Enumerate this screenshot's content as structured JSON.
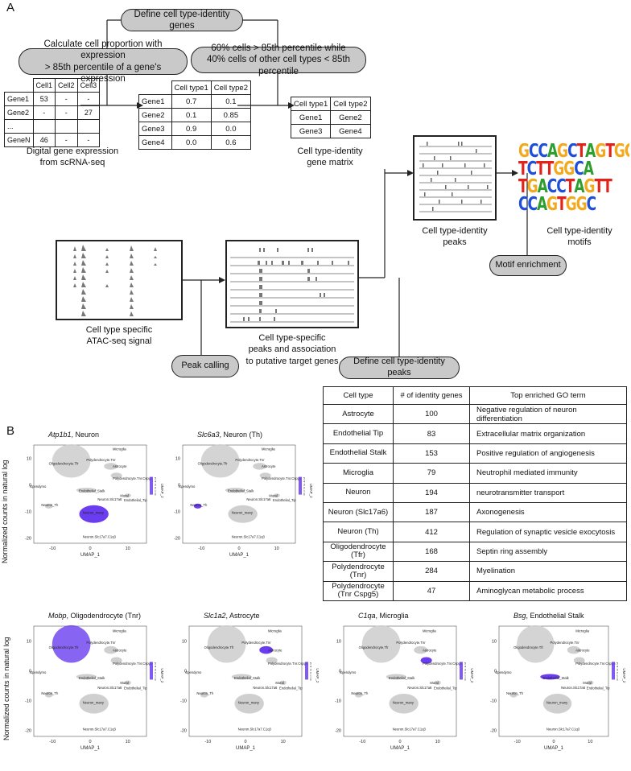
{
  "panel_a": {
    "label": "A",
    "define_genes": "Define cell type-identity genes",
    "calc_step_line1": "Calculate cell proportion with expression",
    "calc_step_line2": "> 85th percentile of a gene's expression",
    "criteria_line1": "60% cells > 85th percentile while",
    "criteria_line2": "40% cells of other cell types < 85th percentile",
    "dge_table": {
      "header": [
        "",
        "Cell1",
        "Cell2",
        "Cell3"
      ],
      "rows": [
        [
          "Gene1",
          "53",
          "-",
          "-"
        ],
        [
          "Gene2",
          "-",
          "-",
          "27"
        ],
        [
          "...",
          "",
          "",
          ""
        ],
        [
          "GeneN",
          "46",
          "-",
          "-"
        ]
      ]
    },
    "dge_caption_line1": "Digital gene expression",
    "dge_caption_line2": "from scRNA-seq",
    "prop_table": {
      "header": [
        "",
        "Cell type1",
        "Cell type2"
      ],
      "rows": [
        [
          "Gene1",
          "0.7",
          "0.1"
        ],
        [
          "Gene2",
          "0.1",
          "0.85"
        ],
        [
          "Gene3",
          "0.9",
          "0.0"
        ],
        [
          "Gene4",
          "0.0",
          "0.6"
        ]
      ]
    },
    "identity_table": {
      "header": [
        "Cell type1",
        "Cell type2"
      ],
      "rows": [
        [
          "Gene1",
          "Gene2"
        ],
        [
          "Gene3",
          "Gene4"
        ]
      ]
    },
    "identity_caption_line1": "Cell type-identity",
    "identity_caption_line2": "gene matrix",
    "peaks_caption_line1": "Cell type-identity",
    "peaks_caption_line2": "peaks",
    "motifs": [
      "GCCAGCTAGTGG",
      "TCTTGGCA",
      "TGACCTAGTT",
      "CCAGTGGC"
    ],
    "motifs_caption_line1": "Cell type-identity",
    "motifs_caption_line2": "motifs",
    "motif_enrichment": "Motif enrichment",
    "atac_caption_line1": "Cell type specific",
    "atac_caption_line2": "ATAC-seq signal",
    "peak_calling": "Peak calling",
    "specific_caption_line1": "Cell type-specific",
    "specific_caption_line2": "peaks and association",
    "specific_caption_line3": "to putative target genes",
    "define_peaks": "Define cell type-identity peaks"
  },
  "go_table": {
    "header": [
      "Cell type",
      "# of identity genes",
      "Top enriched GO term"
    ],
    "rows": [
      [
        "Astrocyte",
        "100",
        "Negative regulation of neuron differentiation"
      ],
      [
        "Endothelial Tip",
        "83",
        "Extracellular matrix organization"
      ],
      [
        "Endothelial Stalk",
        "153",
        "Positive regulation of angiogenesis"
      ],
      [
        "Microglia",
        "79",
        "Neutrophil mediated immunity"
      ],
      [
        "Neuron",
        "194",
        "neurotransmitter transport"
      ],
      [
        "Neuron (Slc17a6)",
        "187",
        "Axonogenesis"
      ],
      [
        "Neuron (Th)",
        "412",
        "Regulation of synaptic vesicle exocytosis"
      ],
      [
        "Oligodendrocyte\n(Tfr)",
        "168",
        "Septin ring assembly"
      ],
      [
        "Polydendrocyte\n(Tnr)",
        "284",
        "Myelination"
      ],
      [
        "Polydendrocyte\n(Tnr Cspg5)",
        "47",
        "Aminoglycan metabolic process"
      ]
    ]
  },
  "panel_b": {
    "label": "B",
    "ylabel": "Normalized counts in natural log",
    "umap_xlabel": "UMAP_1",
    "umap_ylabel": "UMAP_2",
    "cluster_labels": {
      "microglia": "Microglia",
      "poly_tnr": "Polydendrocyte.Tnr",
      "oligo_tfr": "Oligodendrocyte.Tfr",
      "astro": "Astrocyte",
      "poly_cspg": "Polydendrocyte.Tnr.Cspg5",
      "ependymo": "Ependymo",
      "endo_stalk": "Endothelial_Stalk",
      "mural": "Mural",
      "neuron_slc": "Neuron.Slc17a6",
      "endo_tip": "Endothelial_Tip",
      "neuron_th": "Neuron_Th",
      "neuron_many": "Neuron_many",
      "neuron_c1q": "Neuron.Slc17a7.C1q3"
    },
    "plots": [
      {
        "gene": "Atp1b1",
        "cell": ", Neuron",
        "xticks": [
          "-10",
          "0",
          "10"
        ],
        "yticks": [
          "10",
          "0",
          "-10",
          "-20"
        ],
        "cbar": [
          "5",
          "4",
          "3",
          "2",
          "1",
          "0"
        ],
        "highlight": "neuron"
      },
      {
        "gene": "Slc6a3",
        "cell": ", Neuron (Th)",
        "xticks": [
          "-10",
          "0",
          "10"
        ],
        "yticks": [
          "10",
          "0",
          "-10",
          "-20"
        ],
        "cbar": [
          "5",
          "4",
          "3",
          "2",
          "1",
          "0"
        ],
        "highlight": "neuron_th"
      },
      {
        "gene": "Mobp",
        "cell": ", Oligodendrocyte (Tnr)",
        "xticks": [
          "-10",
          "0",
          "10"
        ],
        "yticks": [
          "10",
          "0",
          "-10",
          "-20"
        ],
        "cbar": [
          "5",
          "4",
          "3",
          "2",
          "1",
          "0"
        ],
        "highlight": "oligo"
      },
      {
        "gene": "Slc1a2",
        "cell": ", Astrocyte",
        "xticks": [
          "-10",
          "0",
          "10"
        ],
        "yticks": [
          "10",
          "0",
          "-10",
          "-20"
        ],
        "cbar": [
          "5",
          "4",
          "3",
          "2",
          "1",
          "0"
        ],
        "highlight": "astro"
      },
      {
        "gene": "C1qa",
        "cell": ", Microglia",
        "xticks": [
          "-10",
          "0",
          "10"
        ],
        "yticks": [
          "10",
          "0",
          "-10",
          "-20"
        ],
        "cbar": [
          "5",
          "4",
          "3",
          "2",
          "1",
          "0"
        ],
        "highlight": "micro"
      },
      {
        "gene": "Bsg",
        "cell": ", Endothelial Stalk",
        "xticks": [
          "-10",
          "0",
          "10"
        ],
        "yticks": [
          "10",
          "0",
          "-10",
          "-20"
        ],
        "cbar": [
          "5",
          "4",
          "3",
          "2",
          "1",
          "0"
        ],
        "highlight": "endo"
      }
    ]
  },
  "colors": {
    "pill_fill": "#c9c9c9",
    "cluster_grey": "#cfcfcf",
    "expression_blue": "#6a3df0",
    "motif_A": "#2e9e2e",
    "motif_C": "#1f4fd8",
    "motif_G": "#f2a91b",
    "motif_T": "#e0241b"
  }
}
